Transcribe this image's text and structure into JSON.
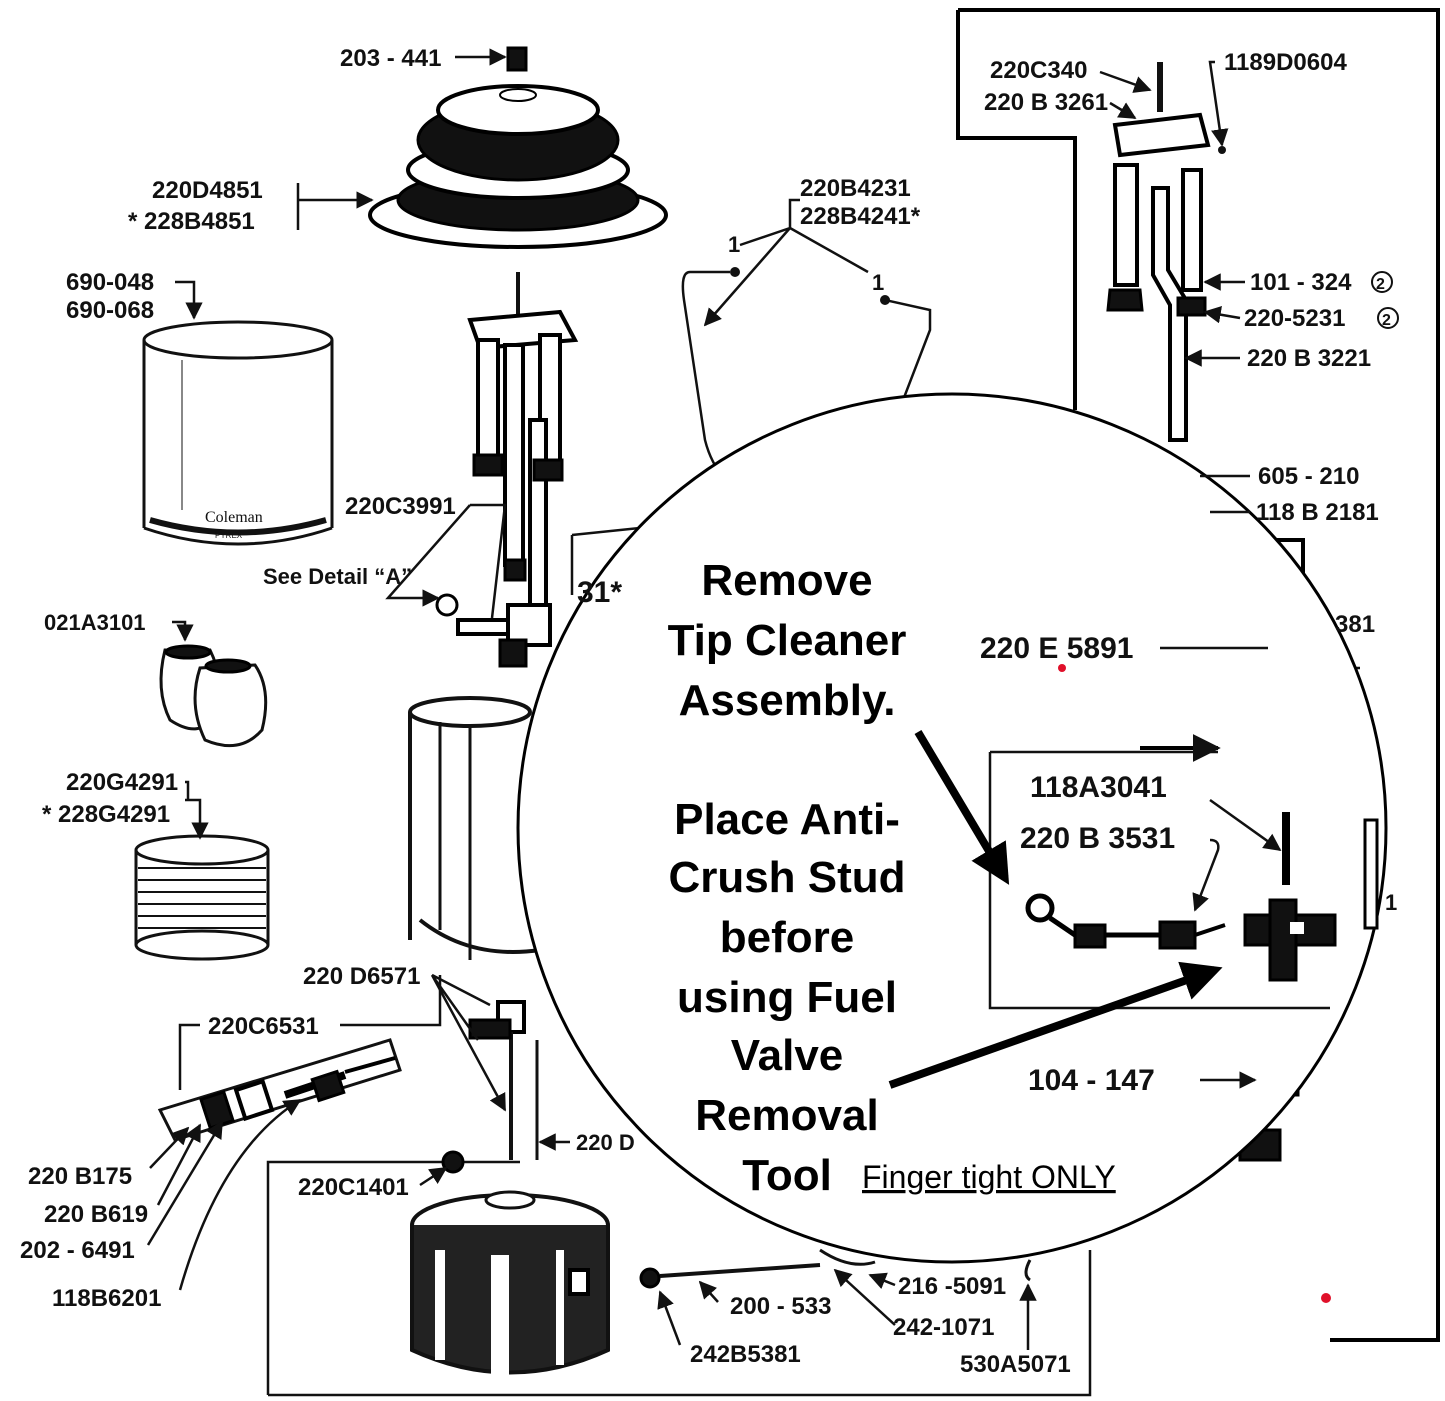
{
  "parts": {
    "p203_441": "203 - 441",
    "p220D4851": "220D4851",
    "p228B4851": "* 228B4851",
    "p690_048": "690-048",
    "p690_068": "690-068",
    "p220B4231": "220B4231",
    "p228B4241": "228B4241*",
    "p220C3991": "220C3991",
    "see_detail": "See Detail “A”",
    "p021A3101": "021A3101",
    "p220G4291": "220G4291",
    "p228G4291": "* 228G4291",
    "p220D6571": "220 D6571",
    "p220C6531": "220C6531",
    "p220B175": "220 B175",
    "p220B619": "220 B619",
    "p202_6491": "202 - 6491",
    "p118B6201": "118B6201",
    "p220C1401": "220C1401",
    "p220D": "220 D",
    "p200_533": "200 -   533",
    "p242B5381": "242B5381",
    "p216_5091": "216 -5091",
    "p242_1071": "242-1071",
    "p530A5071": "530A5071",
    "p220C340": "220C340",
    "p220B3261": "220 B 3261",
    "p1189D0604": "1189D0604",
    "p101_324": "101 - 324",
    "p220_5231": "220-5231",
    "p220B3221": "220 B 3221",
    "p605_210": "605 - 210",
    "p118B2181": "118 B 2181",
    "p381": "381",
    "p220E5891": "220 E 5891",
    "p118A3041": "118A3041",
    "p220B3531": "220 B 3531",
    "p104_147": "104 - 147",
    "p31": "31*",
    "p1": "1",
    "circ2a": "2",
    "circ2b": "2",
    "mark1a": "1",
    "mark1b": "1",
    "glass_brand": "Coleman",
    "glass_sub": "PYREX"
  },
  "callout": {
    "line1": "Remove",
    "line2": "Tip Cleaner",
    "line3": "Assembly.",
    "line4": "Place Anti-",
    "line5": "Crush Stud",
    "line6": "before",
    "line7": "using Fuel",
    "line8": "Valve",
    "line9": "Removal",
    "line10": "Tool",
    "note": "Finger tight ONLY"
  },
  "colors": {
    "ink": "#111111",
    "marker_dot": "#e0102a"
  }
}
